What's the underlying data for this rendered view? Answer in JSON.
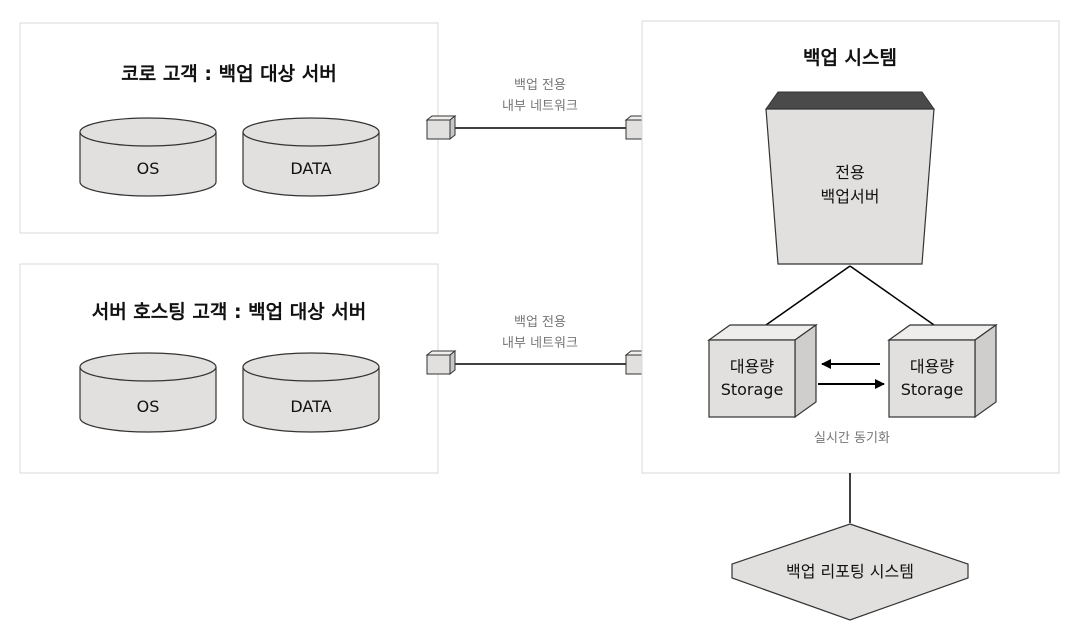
{
  "colors": {
    "panel_border": "#d9d9d9",
    "shape_fill": "#e2e0de",
    "shape_stroke": "#333333",
    "server_top": "#555555",
    "line": "#000000",
    "note_text": "#777777"
  },
  "panels": {
    "colo": {
      "title": "코로 고객 : 백업 대상 서버",
      "disks": [
        "OS",
        "DATA"
      ]
    },
    "hosting": {
      "title": "서버 호스팅 고객 : 백업 대상 서버",
      "disks": [
        "OS",
        "DATA"
      ]
    }
  },
  "networks": [
    {
      "line1": "백업 전용",
      "line2": "내부 네트워크"
    },
    {
      "line1": "백업 전용",
      "line2": "내부 네트워크"
    }
  ],
  "backup_system": {
    "title": "백업 시스템",
    "server": {
      "line1": "전용",
      "line2": "백업서버"
    },
    "storages": [
      {
        "line1": "대용량",
        "line2": "Storage"
      },
      {
        "line1": "대용량",
        "line2": "Storage"
      }
    ],
    "sync_label": "실시간 동기화"
  },
  "reporting": {
    "label": "백업 리포팅 시스템"
  }
}
